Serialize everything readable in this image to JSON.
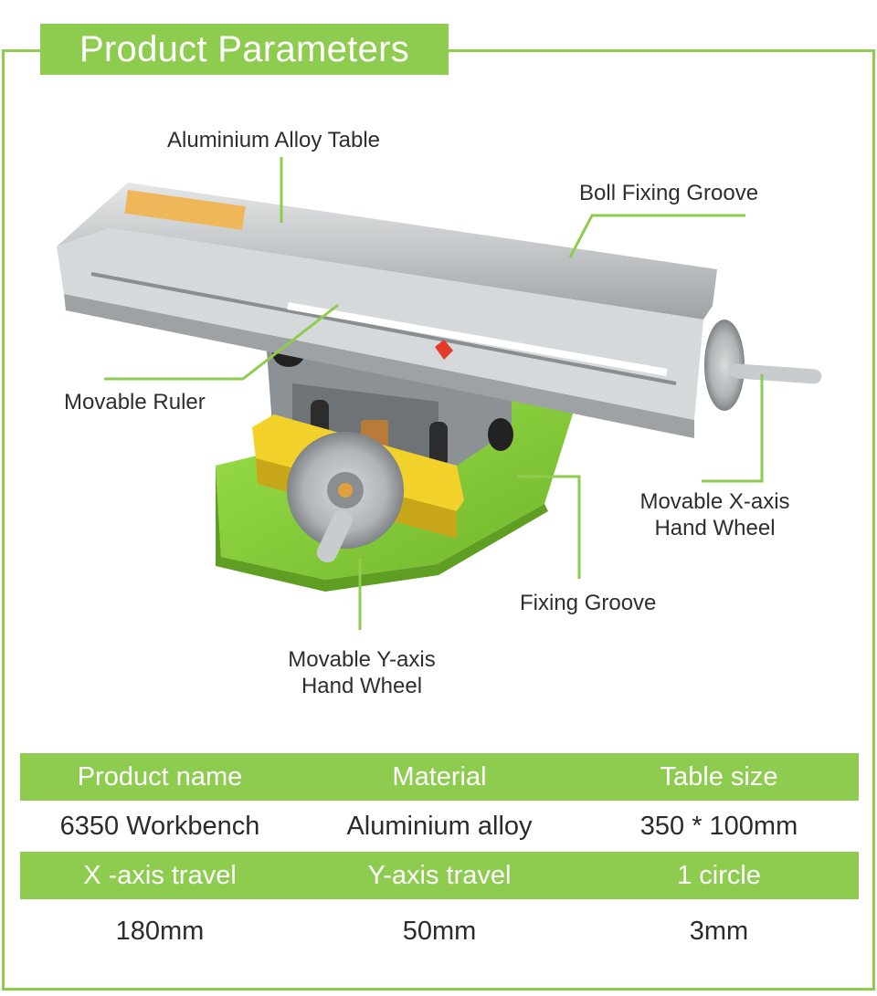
{
  "header": {
    "title": "Product Parameters"
  },
  "callouts": {
    "aluminium_table": "Aluminium Alloy Table",
    "boll_groove": "Boll Fixing Groove",
    "movable_ruler": "Movable Ruler",
    "x_wheel_line1": "Movable X-axis",
    "x_wheel_line2": "Hand Wheel",
    "fixing_groove": "Fixing Groove",
    "y_wheel_line1": "Movable Y-axis",
    "y_wheel_line2": "Hand Wheel"
  },
  "specs": {
    "row1_headers": [
      "Product name",
      "Material",
      "Table size"
    ],
    "row1_values": [
      "6350 Workbench",
      "Aluminium alloy",
      "350 * 100mm"
    ],
    "row2_headers": [
      "X -axis travel",
      "Y-axis travel",
      "1 circle"
    ],
    "row2_values": [
      "180mm",
      "50mm",
      "3mm"
    ]
  },
  "colors": {
    "accent": "#8dcc4e",
    "base_green": "#8bd13a",
    "carriage_yellow": "#f2d12a",
    "aluminium": "#c9ccce"
  }
}
